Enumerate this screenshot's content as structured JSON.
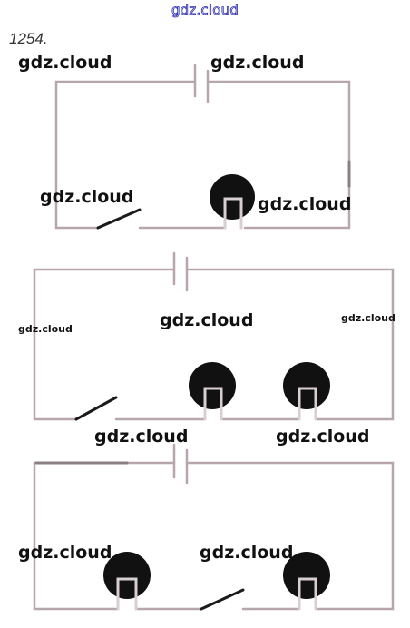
{
  "header": {
    "site_mark": "gdz.cloud",
    "problem_number": "1254."
  },
  "watermarks": [
    "gdz.cloud",
    "gdz.cloud",
    "gdz.cloud",
    "gdz.cloud",
    "gdz.cloud",
    "gdz.cloud",
    "gdz.cloud",
    "gdz.cloud",
    "gdz.cloud",
    "gdz.cloud",
    "gdz.cloud"
  ],
  "colors": {
    "wire": "#b7a6ab",
    "lamp": "#111111",
    "switch": "#1a1a1a",
    "site_mark_outline": "#2b2bb0"
  }
}
